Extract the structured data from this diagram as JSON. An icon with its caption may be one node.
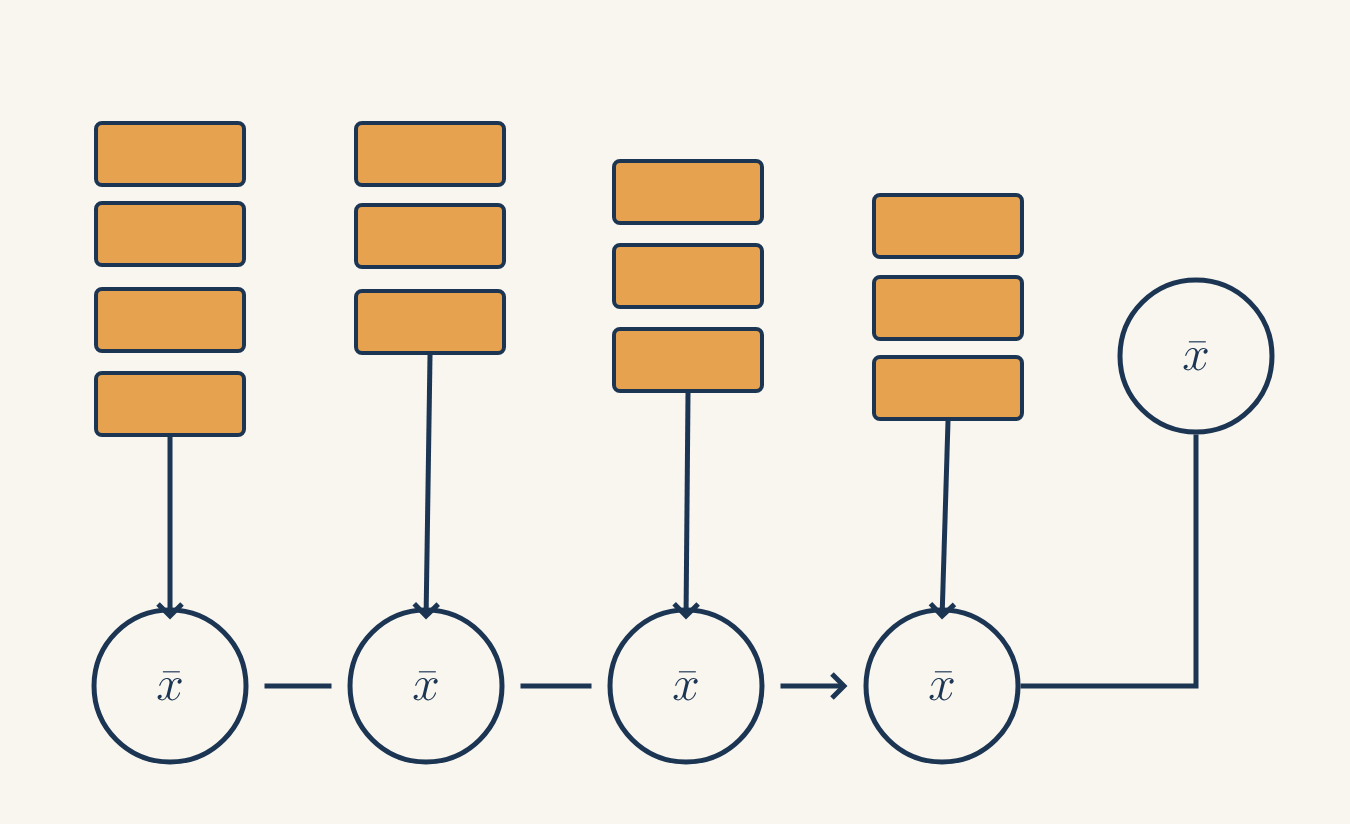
{
  "diagram": {
    "nodes": [
      {
        "text": [],
        "shape": "bar"
      },
      {
        "text": [],
        "shape": "bar"
      },
      {
        "text": [],
        "shape": "bar"
      },
      {
        "text": [],
        "shape": "bar"
      },
      {
        "text": [],
        "shape": "bar"
      },
      {
        "text": [],
        "shape": "bar"
      },
      {
        "text": [],
        "shape": "bar"
      },
      {
        "text": [],
        "shape": "bar"
      },
      {
        "text": [],
        "shape": "bar"
      },
      {
        "text": [],
        "shape": "bar"
      },
      {
        "text": [],
        "shape": "bar"
      },
      {
        "text": [],
        "shape": "bar"
      },
      {
        "text": [],
        "shape": "bar"
      },
      {
        "text": [
          "\\bar{x}"
        ]
      },
      {
        "text": [
          "\\bar{x}"
        ]
      },
      {
        "text": [
          "\\bar{x}"
        ]
      },
      {
        "text": [
          "\\bar{x}"
        ]
      },
      {
        "text": [
          "\\bar{x}"
        ]
      }
    ],
    "edges": [
      {
        "from": 3,
        "to": 13,
        "arrow": "to"
      },
      {
        "from": 6,
        "to": 14,
        "arrow": "to"
      },
      {
        "from": 9,
        "to": 15,
        "arrow": "to"
      },
      {
        "from": 12,
        "to": 16,
        "arrow": "to"
      },
      {
        "from": 13,
        "to": 14,
        "arrow": "none"
      },
      {
        "from": 14,
        "to": 15,
        "arrow": "none"
      },
      {
        "from": 15,
        "to": 16,
        "arrow": "to"
      },
      {
        "from": 16,
        "to": 17,
        "arrow": "none"
      }
    ]
  }
}
